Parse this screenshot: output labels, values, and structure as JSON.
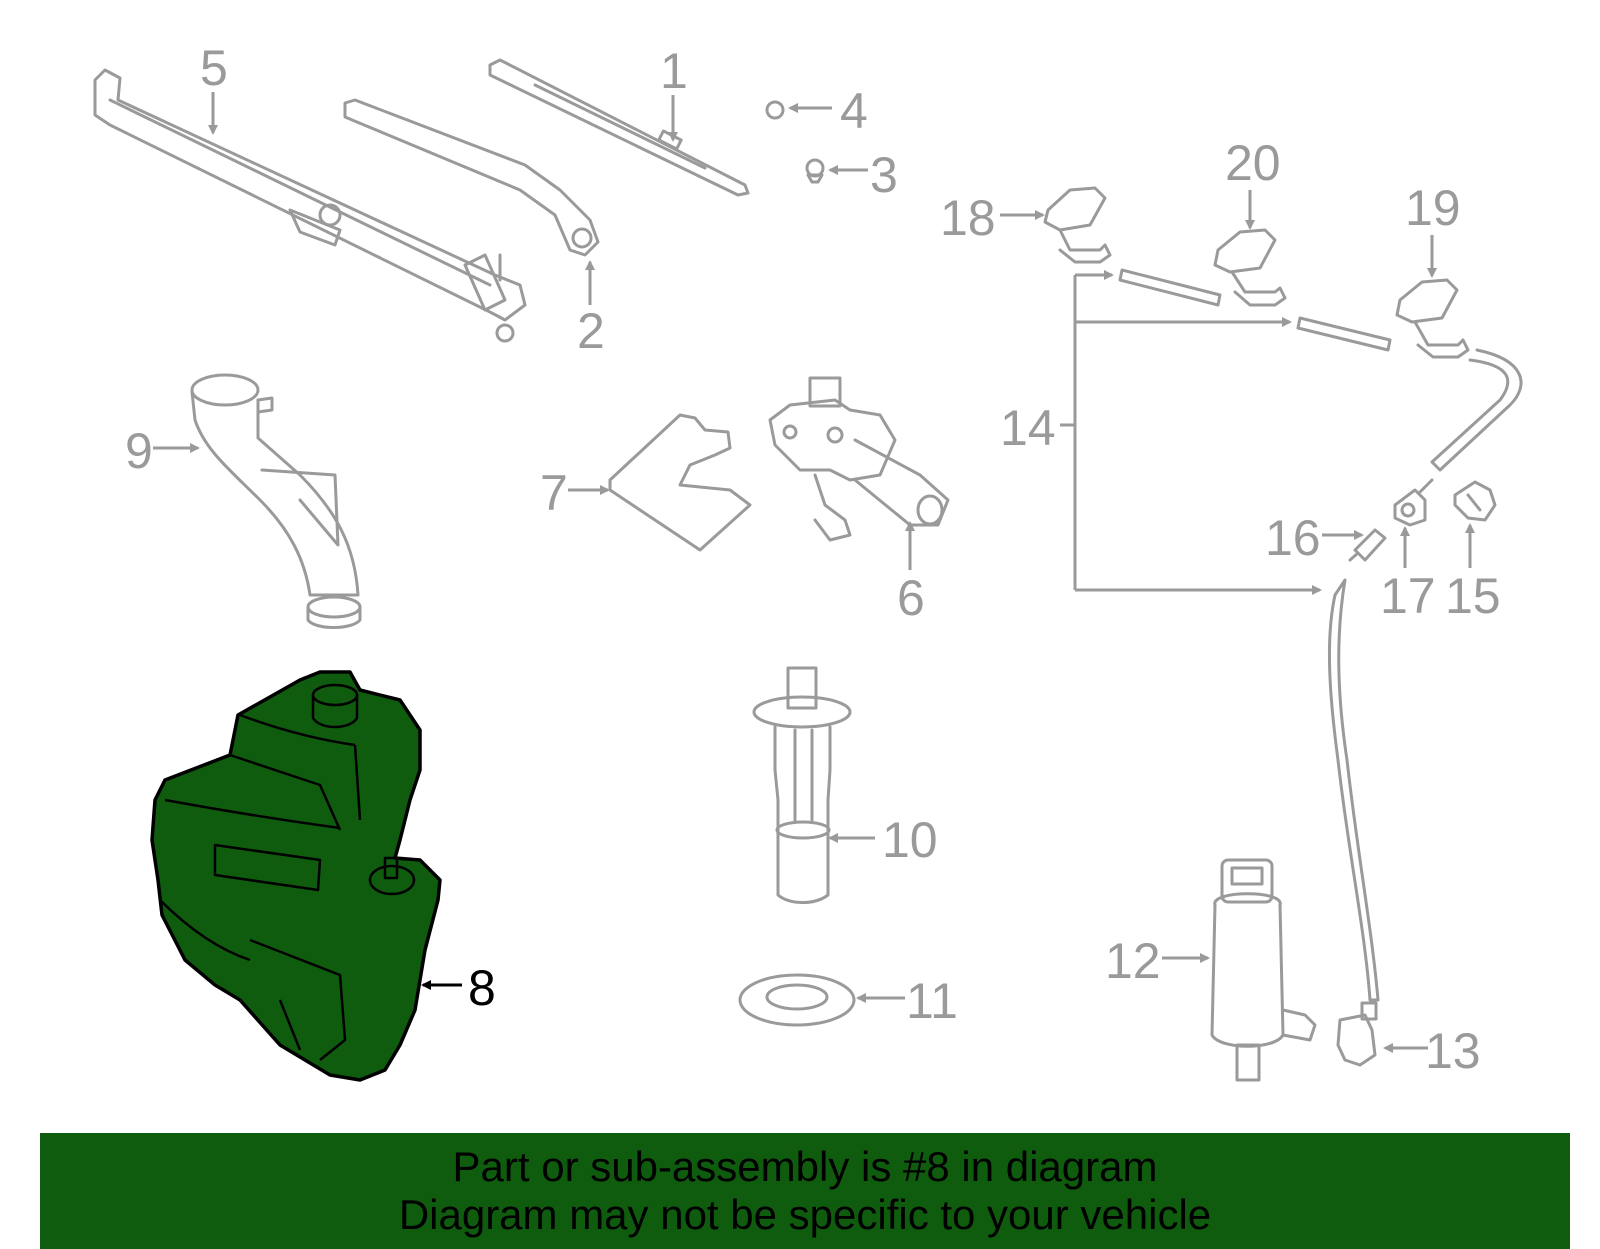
{
  "diagram": {
    "highlight_color": "#0f5c0f",
    "highlighted_part": "8",
    "callouts": [
      "1",
      "2",
      "3",
      "4",
      "5",
      "6",
      "7",
      "8",
      "9",
      "10",
      "11",
      "12",
      "13",
      "14",
      "15",
      "16",
      "17",
      "18",
      "19",
      "20"
    ]
  },
  "banner": {
    "line1": "Part or sub-assembly is #8 in diagram",
    "line2": "Diagram may not be specific to your vehicle",
    "background": "#0f5c0f"
  }
}
